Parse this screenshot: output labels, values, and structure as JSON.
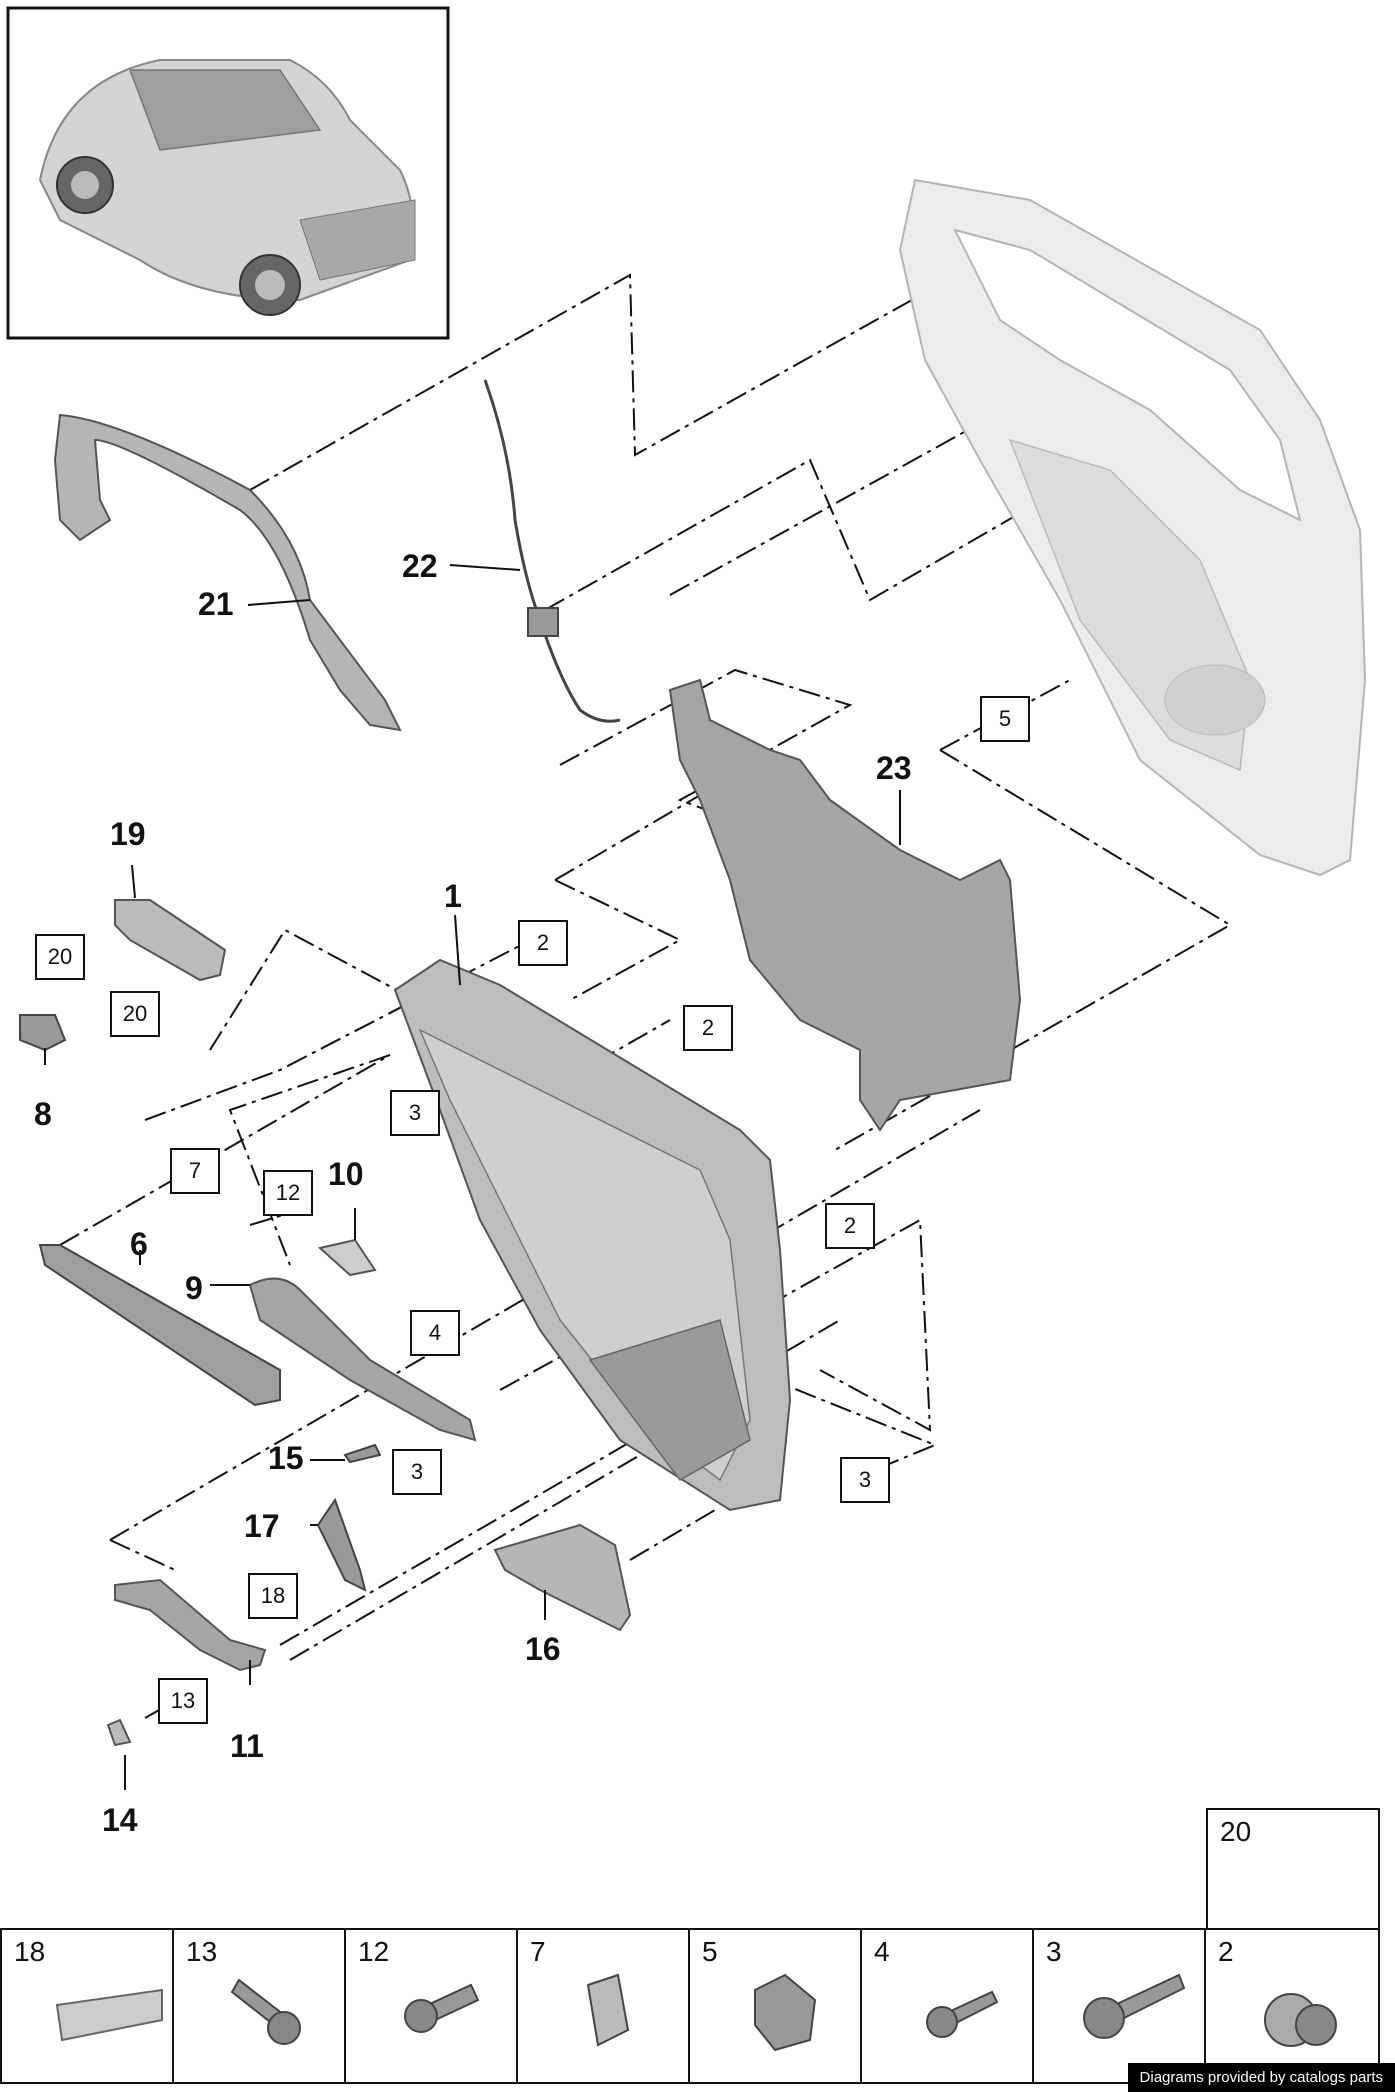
{
  "callouts": {
    "c1": "1",
    "c6": "6",
    "c8": "8",
    "c9": "9",
    "c10": "10",
    "c11": "11",
    "c14": "14",
    "c15": "15",
    "c16": "16",
    "c17": "17",
    "c19": "19",
    "c21": "21",
    "c22": "22",
    "c23": "23"
  },
  "boxed_labels": {
    "b2a": "2",
    "b2b": "2",
    "b2c": "2",
    "b3a": "3",
    "b3b": "3",
    "b3c": "3",
    "b4": "4",
    "b5": "5",
    "b7": "7",
    "b12": "12",
    "b13": "13",
    "b18": "18",
    "b20a": "20",
    "b20b": "20"
  },
  "legend": {
    "top": "20",
    "cells": [
      "18",
      "13",
      "12",
      "7",
      "5",
      "4",
      "3",
      "2"
    ]
  },
  "footer": "Diagrams provided by catalogs parts",
  "colors": {
    "line": "#111111",
    "part_fill": "#bdbdbd",
    "part_dark": "#8c8c8c",
    "door_fill": "#e6e6e6"
  }
}
